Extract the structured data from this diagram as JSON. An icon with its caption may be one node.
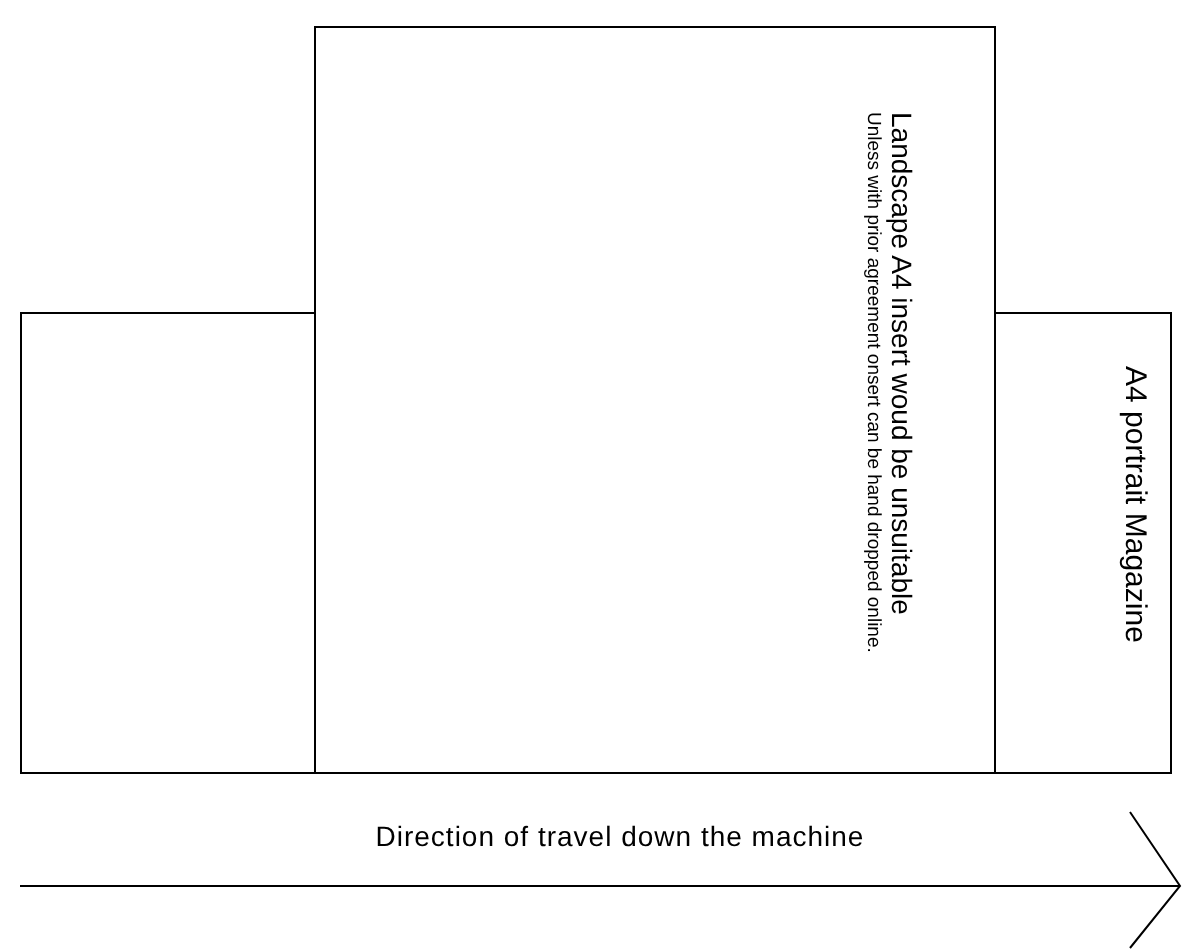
{
  "diagram": {
    "nodes": [
      {
        "text": [
          "A4 portrait Magazine"
        ]
      },
      {
        "text": [
          "Landscape A4 insert woud be unsuitable",
          "Unless with prior agreement onsert can be hand dropped online."
        ]
      }
    ],
    "labels": [
      "Direction of travel down the machine"
    ]
  }
}
